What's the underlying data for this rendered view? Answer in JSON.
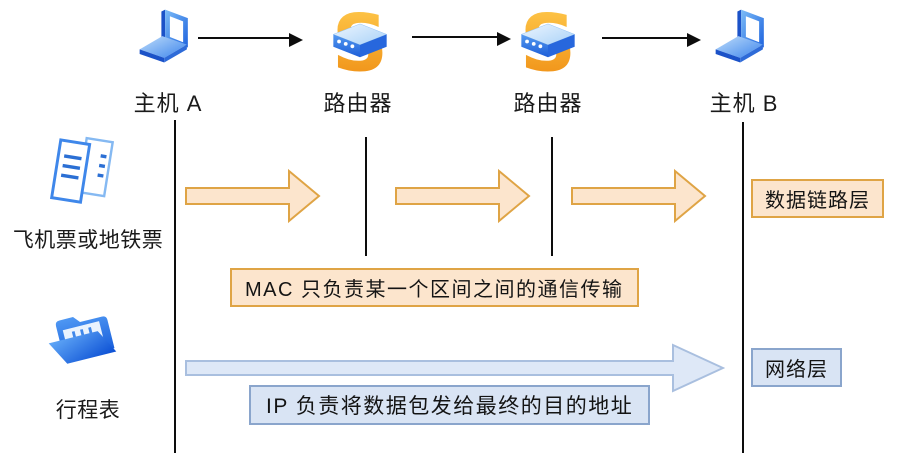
{
  "diagram_title": "MAC vs IP layer responsibility diagram",
  "palette": {
    "mac_fill": "#FCE5CD",
    "mac_stroke": "#DFA445",
    "ip_fill": "#DEE8F7",
    "ip_stroke": "#A9BFDF",
    "line_color": "#0d0d0d",
    "laptop_blue": "#2F7BE8",
    "router_orange": "#F49D15"
  },
  "icons": {
    "router_glyph": "S"
  },
  "top_row": {
    "nodes": [
      {
        "label": "主机 A",
        "icon": "laptop-icon"
      },
      {
        "label": "路由器",
        "icon": "router-icon"
      },
      {
        "label": "路由器",
        "icon": "router-icon"
      },
      {
        "label": "主机 B",
        "icon": "laptop-icon"
      }
    ]
  },
  "left_column": {
    "items": [
      {
        "label": "飞机票或地铁票",
        "icon": "tickets-icon"
      },
      {
        "label": "行程表",
        "icon": "folder-icon"
      }
    ]
  },
  "mac_row": {
    "caption": "MAC 只负责某一个区间之间的通信传输",
    "layer_label": "数据链路层"
  },
  "ip_row": {
    "caption": "IP 负责将数据包发给最终的目的地址",
    "layer_label": "网络层"
  }
}
